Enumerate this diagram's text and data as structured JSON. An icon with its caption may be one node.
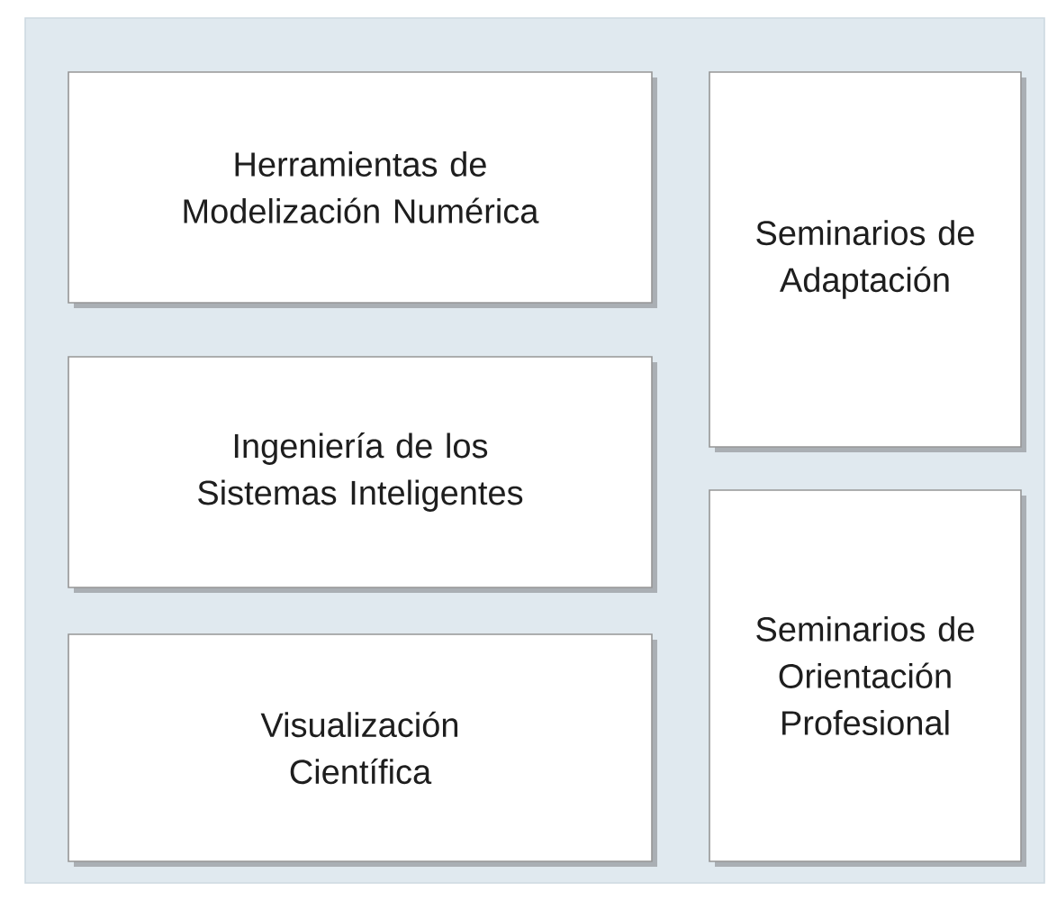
{
  "diagram": {
    "nodes": [
      {
        "text": [
          "Herramientas de Modelización Numérica"
        ]
      },
      {
        "text": [
          "Ingeniería de los Sistemas Inteligentes"
        ]
      },
      {
        "text": [
          "Visualización Científica"
        ]
      },
      {
        "text": [
          "Seminarios de Adaptación"
        ]
      },
      {
        "text": [
          "Seminarios de Orientación Profesional"
        ]
      }
    ]
  }
}
